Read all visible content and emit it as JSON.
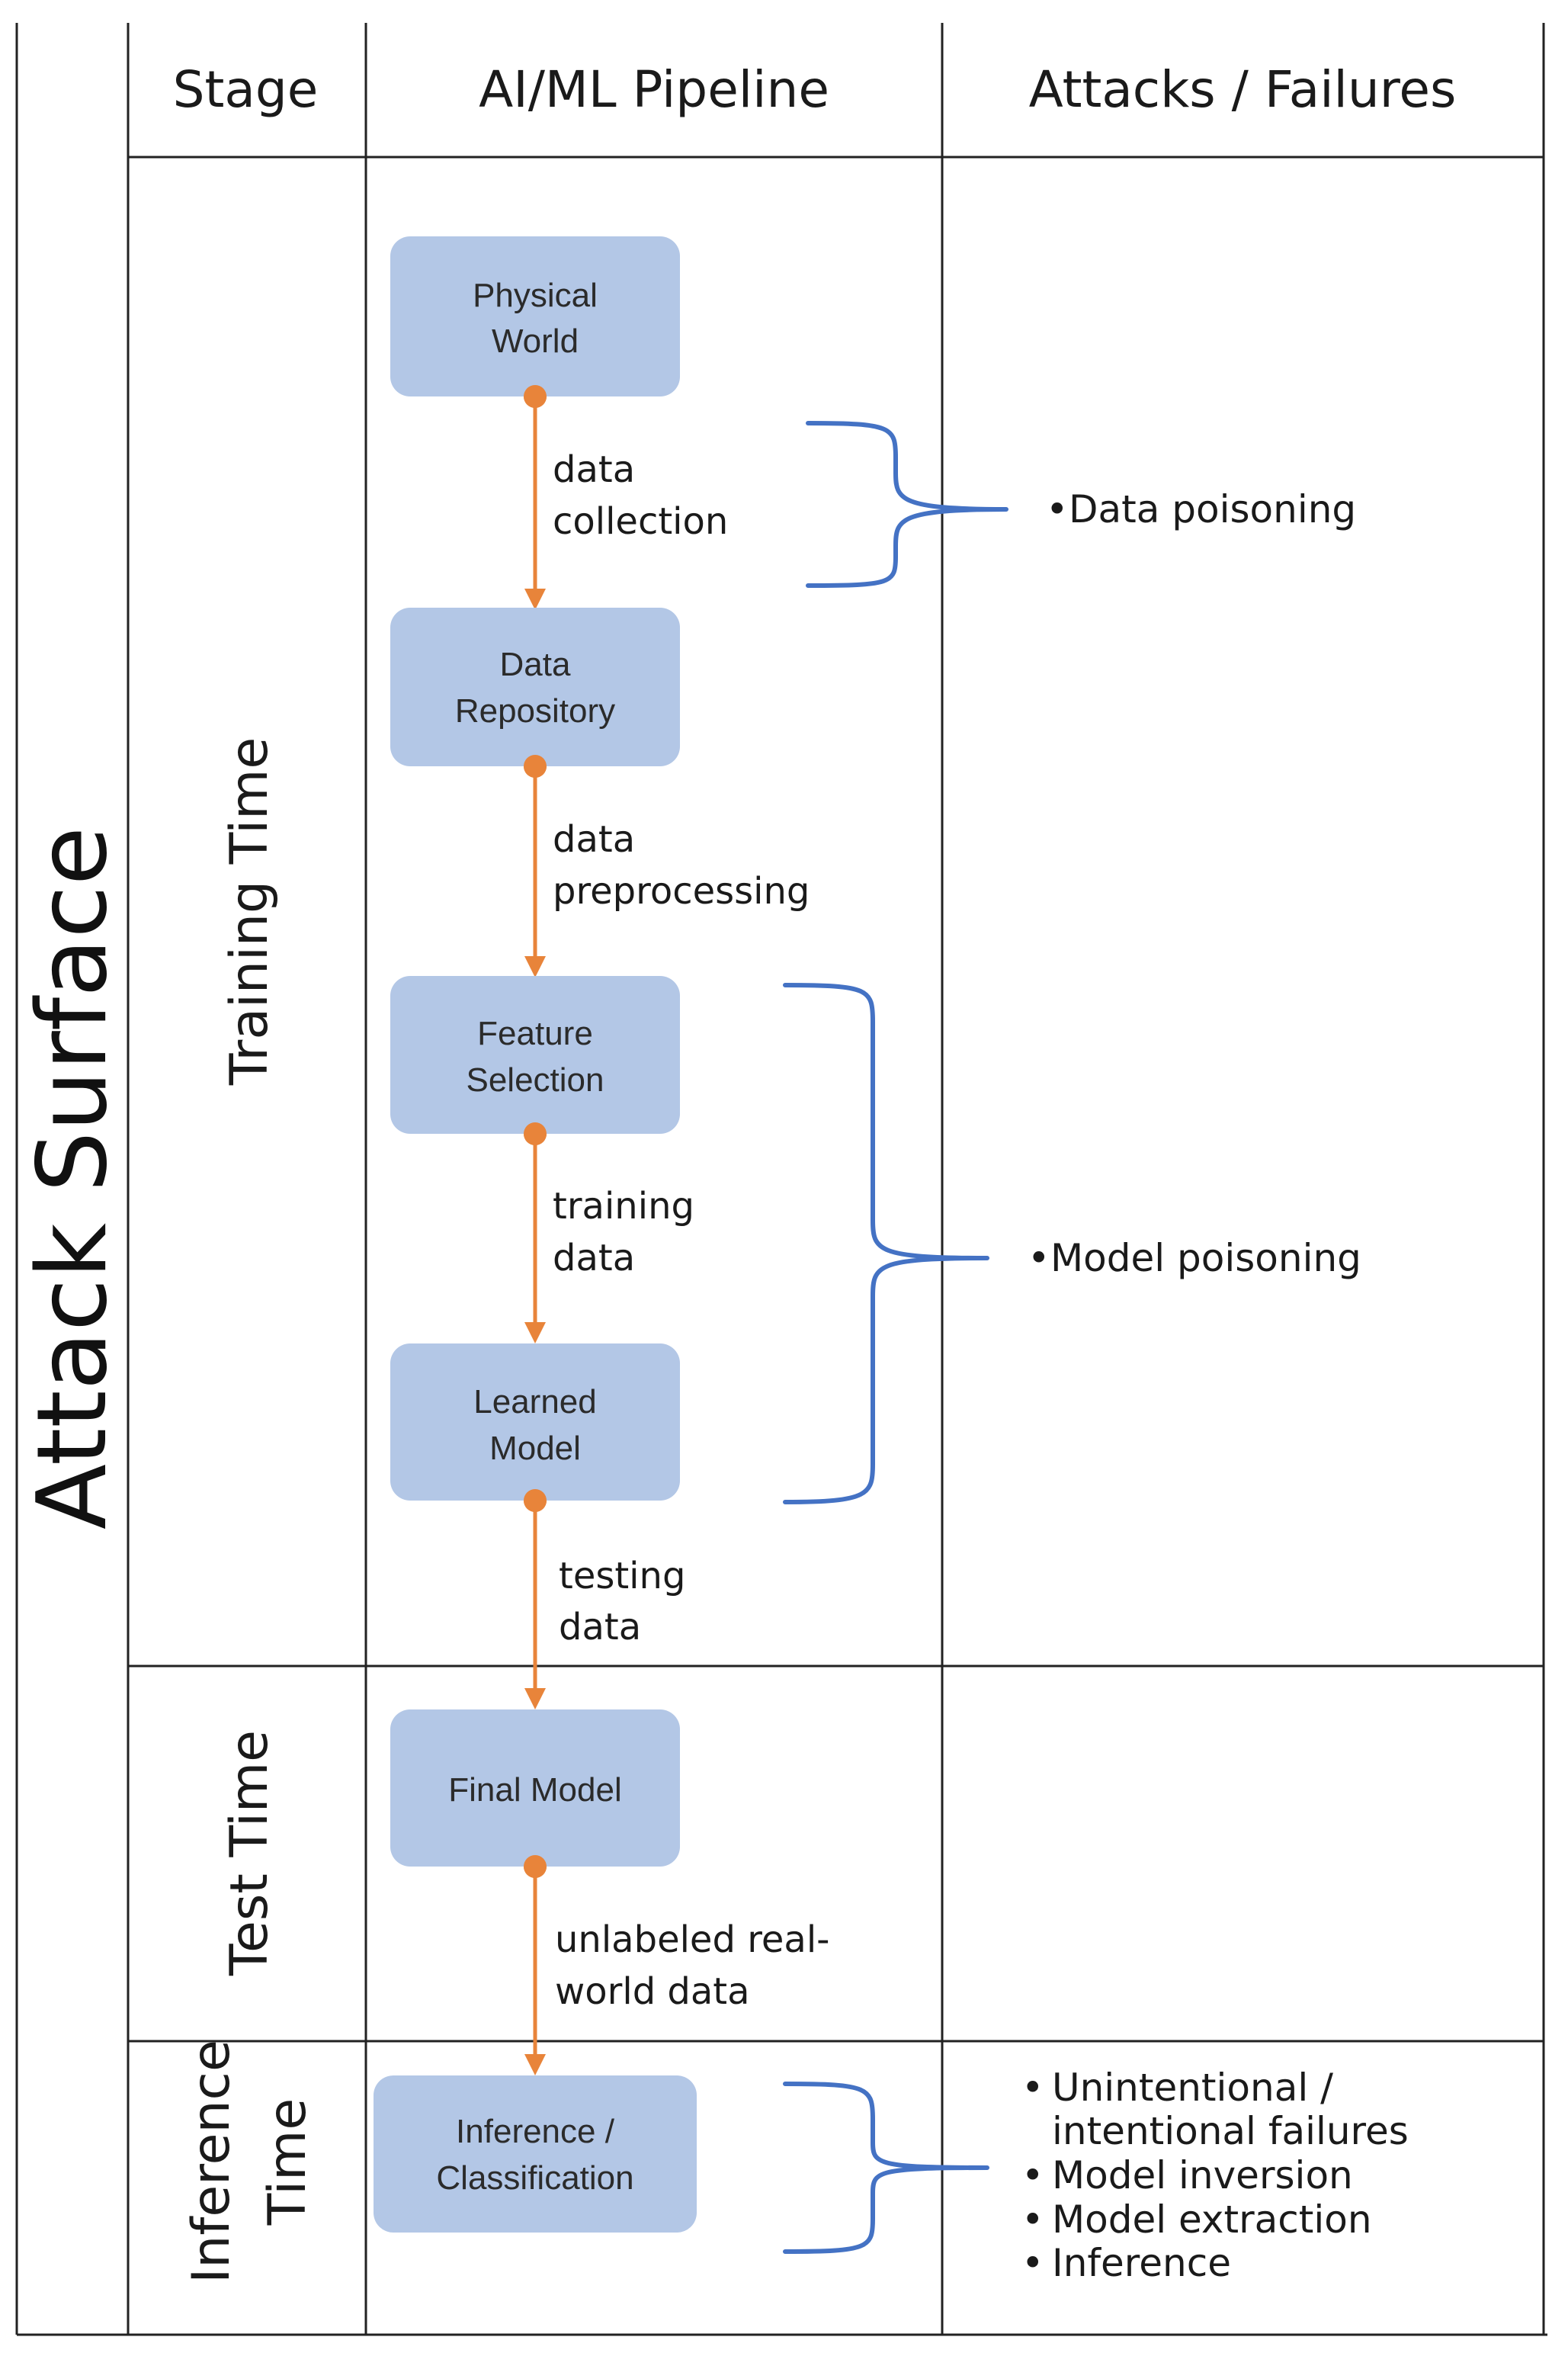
{
  "surface_label": "Attack Surface",
  "headers": {
    "stage": "Stage",
    "pipeline": "AI/ML Pipeline",
    "attacks": "Attacks / Failures"
  },
  "stages": {
    "training": "Training Time",
    "test": "Test Time",
    "inference_line1": "Inference",
    "inference_line2": "Time"
  },
  "nodes": [
    {
      "line1": "Physical",
      "line2": "World"
    },
    {
      "line1": "Data",
      "line2": "Repository"
    },
    {
      "line1": "Feature",
      "line2": "Selection"
    },
    {
      "line1": "Learned",
      "line2": "Model"
    },
    {
      "line1": "Final Model",
      "line2": ""
    },
    {
      "line1": "Inference /",
      "line2": "Classification"
    }
  ],
  "edges": [
    {
      "line1": "data",
      "line2": "collection"
    },
    {
      "line1": "data",
      "line2": "preprocessing"
    },
    {
      "line1": "training",
      "line2": "data"
    },
    {
      "line1": "testing",
      "line2": "data"
    },
    {
      "line1": "unlabeled real-",
      "line2": "world data"
    }
  ],
  "attacks": {
    "data_poisoning": "Data poisoning",
    "model_poisoning": "Model poisoning",
    "inference": [
      "Unintentional /",
      "intentional failures",
      "Model inversion",
      "Model extraction",
      "Inference"
    ]
  },
  "colors": {
    "box_fill": "#b3c7e6",
    "arrow": "#e8843a",
    "brace": "#4472c4"
  }
}
